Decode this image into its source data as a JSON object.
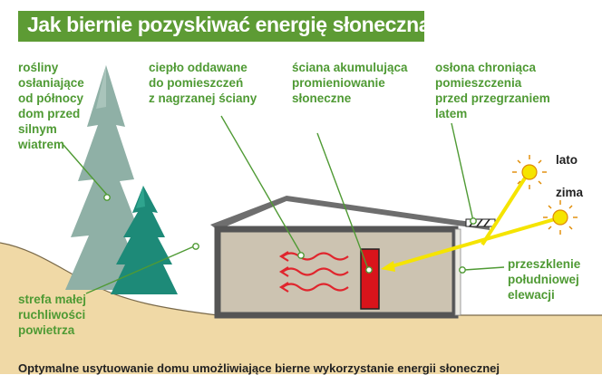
{
  "title": "Jak biernie pozyskiwać energię słoneczną?",
  "labels": {
    "plants": "rośliny\nosłaniające\nod północy\ndom przed\nsilnym\nwiatrem",
    "heat": "ciepło oddawane\ndo pomieszczeń\nz nagrzanej ściany",
    "wall": "ściana akumulująca\npromieniowanie\nsłoneczne",
    "shield": "osłona chroniąca\npomieszczenia\nprzed przegrzaniem\nlatem",
    "summer": "lato",
    "winter": "zima",
    "glazing": "przeszklenie\npołudniowej\nelewacji",
    "zone": "strefa małej\nruchliwości\npowietrza"
  },
  "caption": "Optymalne usytuowanie domu umożliwiające bierne wykorzystanie energii słonecznej",
  "colors": {
    "title_bg": "#5d9b34",
    "label_text": "#4f9a34",
    "sun": "#f5e400",
    "ground": "#f0d9a6",
    "house_wall": "#cfc6b4",
    "storage_wall": "#d9141b",
    "heat_waves": "#e0252d"
  }
}
